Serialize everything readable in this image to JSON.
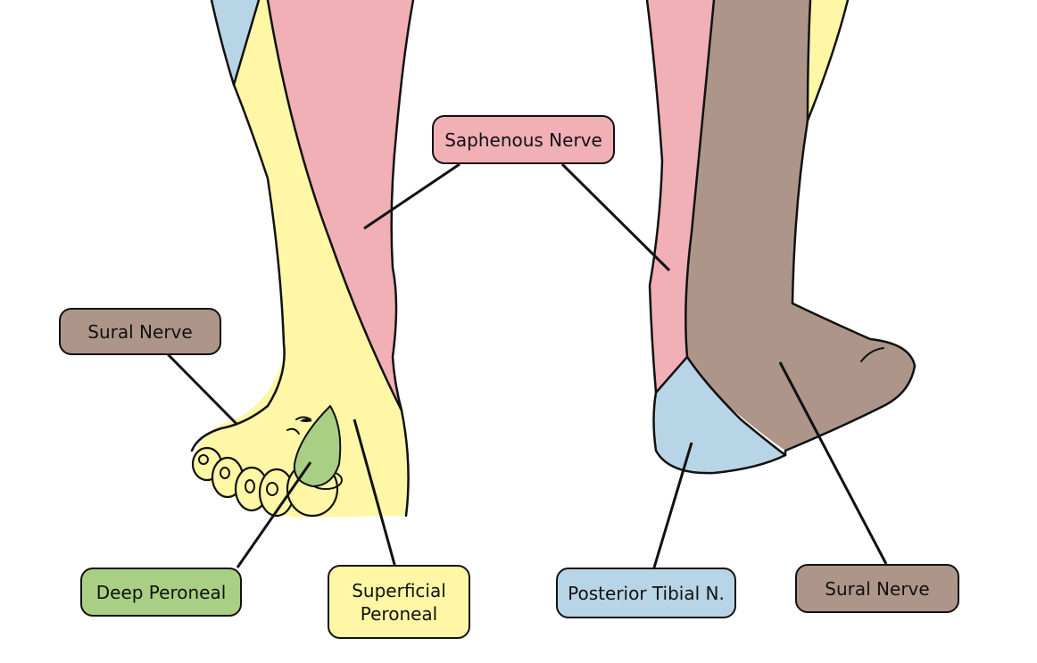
{
  "colors": {
    "saphenous": "#f0b0b6",
    "sural": "#ad9689",
    "superficial_peroneal": "#fff7a6",
    "deep_peroneal": "#a9cf84",
    "posterior_tibial": "#b8d5e7",
    "outline": "#111111"
  },
  "labels": {
    "saphenous": "Saphenous Nerve",
    "sural_left": "Sural Nerve",
    "deep_peroneal": "Deep Peroneal",
    "superficial_peroneal_line1": "Superficial",
    "superficial_peroneal_line2": "Peroneal",
    "posterior_tibial": "Posterior Tibial N.",
    "sural_right": "Sural Nerve"
  }
}
